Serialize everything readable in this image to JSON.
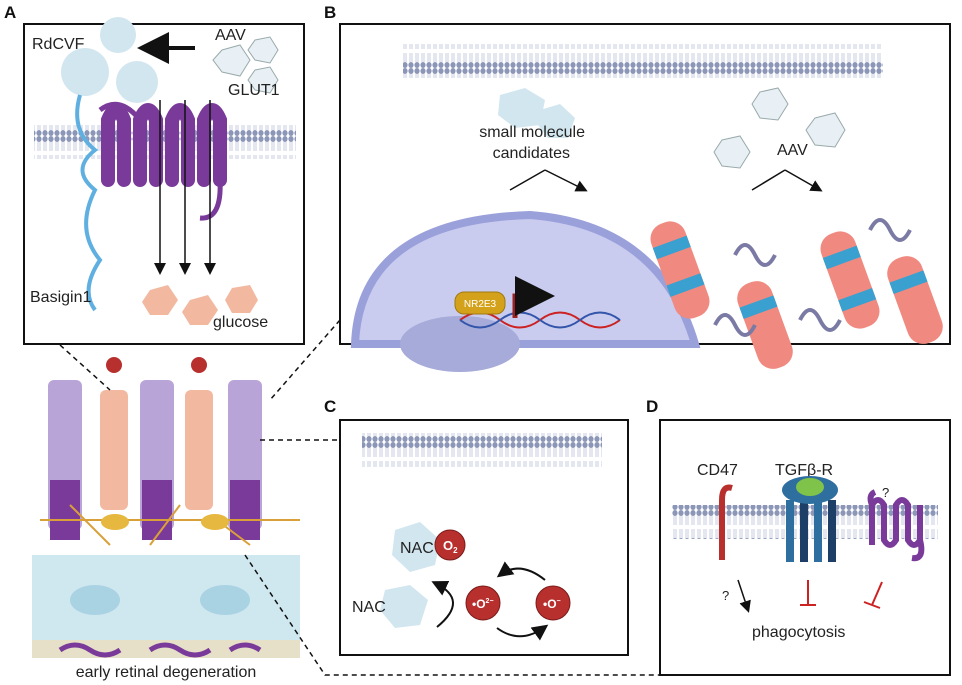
{
  "panels": {
    "A": {
      "label": "A",
      "rdcvf": "RdCVF",
      "aav": "AAV",
      "glut1": "GLUT1",
      "basigin1": "Basigin1",
      "glucose": "glucose"
    },
    "B": {
      "label": "B",
      "small_molecule_line1": "small molecule",
      "small_molecule_line2": "candidates",
      "aav": "AAV",
      "nr2e3": "NR2E3"
    },
    "C": {
      "label": "C",
      "nac_top": "NAC",
      "o2": "O",
      "o2_sub": "2",
      "nac_bottom": "NAC",
      "superoxide_2": "•O",
      "superoxide_2_sub": "2",
      "superoxide_2_sup": "2−",
      "superoxide_1": "•O",
      "superoxide_1_sub": "2",
      "superoxide_1_sup": "−"
    },
    "D": {
      "label": "D",
      "cd47": "CD47",
      "tgfbr": "TGFβ-R",
      "question_receptor": "?",
      "question_arrow": "?",
      "phagocytosis": "phagocytosis"
    },
    "retina": {
      "caption": "early retinal degeneration"
    }
  },
  "colors": {
    "membrane": "#8c97b8",
    "purple": "#7a3a9a",
    "red_circle": "#b8302e",
    "cell": "#c5c9ee",
    "salmon": "#f2b8a0",
    "inhibit": "#cc2222"
  }
}
